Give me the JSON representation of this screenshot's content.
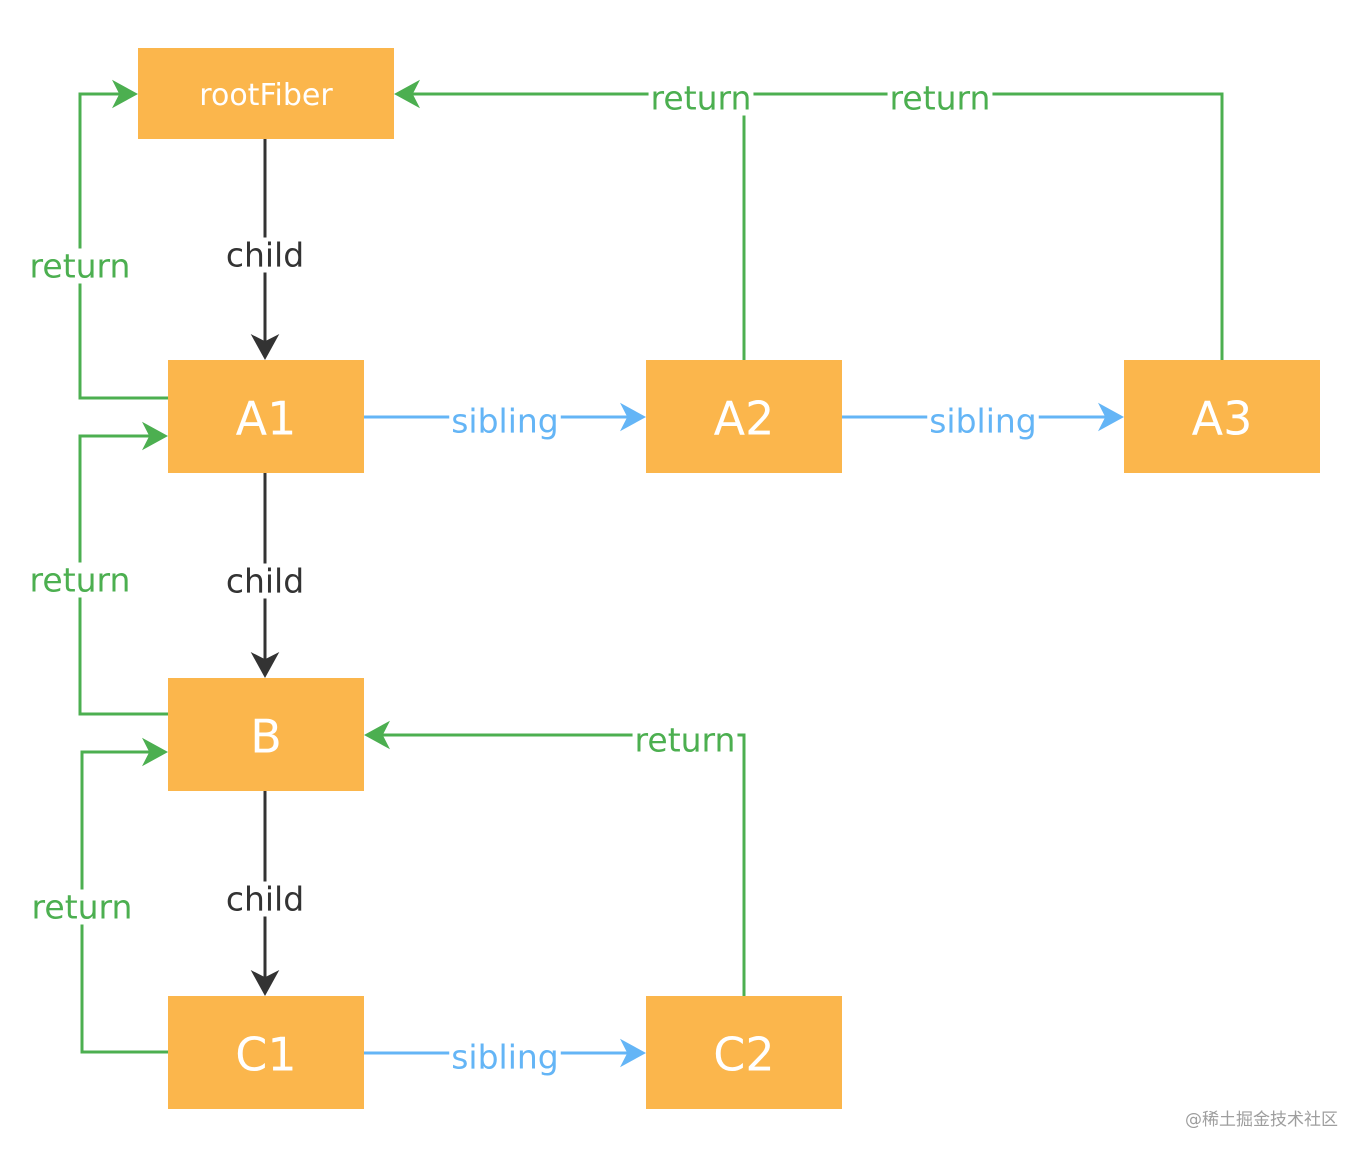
{
  "colors": {
    "node_fill": "#fbb64c",
    "node_text": "#ffffff",
    "child_edge": "#333333",
    "sibling_edge": "#64b5f6",
    "return_edge": "#4caf50",
    "watermark": "#9e9e9e"
  },
  "nodes": [
    {
      "id": "rootFiber",
      "label": "rootFiber"
    },
    {
      "id": "A1",
      "label": "A1"
    },
    {
      "id": "A2",
      "label": "A2"
    },
    {
      "id": "A3",
      "label": "A3"
    },
    {
      "id": "B",
      "label": "B"
    },
    {
      "id": "C1",
      "label": "C1"
    },
    {
      "id": "C2",
      "label": "C2"
    }
  ],
  "edges": [
    {
      "id": "child-root-a1",
      "type": "child",
      "label": "child",
      "from": "rootFiber",
      "to": "A1"
    },
    {
      "id": "child-a1-b",
      "type": "child",
      "label": "child",
      "from": "A1",
      "to": "B"
    },
    {
      "id": "child-b-c1",
      "type": "child",
      "label": "child",
      "from": "B",
      "to": "C1"
    },
    {
      "id": "sibling-a1-a2",
      "type": "sibling",
      "label": "sibling",
      "from": "A1",
      "to": "A2"
    },
    {
      "id": "sibling-a2-a3",
      "type": "sibling",
      "label": "sibling",
      "from": "A2",
      "to": "A3"
    },
    {
      "id": "sibling-c1-c2",
      "type": "sibling",
      "label": "sibling",
      "from": "C1",
      "to": "C2"
    },
    {
      "id": "return-a1-root",
      "type": "return",
      "label": "return",
      "from": "A1",
      "to": "rootFiber"
    },
    {
      "id": "return-a2-root",
      "type": "return",
      "label": "return",
      "from": "A2",
      "to": "rootFiber"
    },
    {
      "id": "return-a3-root",
      "type": "return",
      "label": "return",
      "from": "A3",
      "to": "rootFiber"
    },
    {
      "id": "return-b-a1",
      "type": "return",
      "label": "return",
      "from": "B",
      "to": "A1"
    },
    {
      "id": "return-c1-b",
      "type": "return",
      "label": "return",
      "from": "C1",
      "to": "B"
    },
    {
      "id": "return-c2-b",
      "type": "return",
      "label": "return",
      "from": "C2",
      "to": "B"
    }
  ],
  "watermark": "@稀土掘金技术社区"
}
